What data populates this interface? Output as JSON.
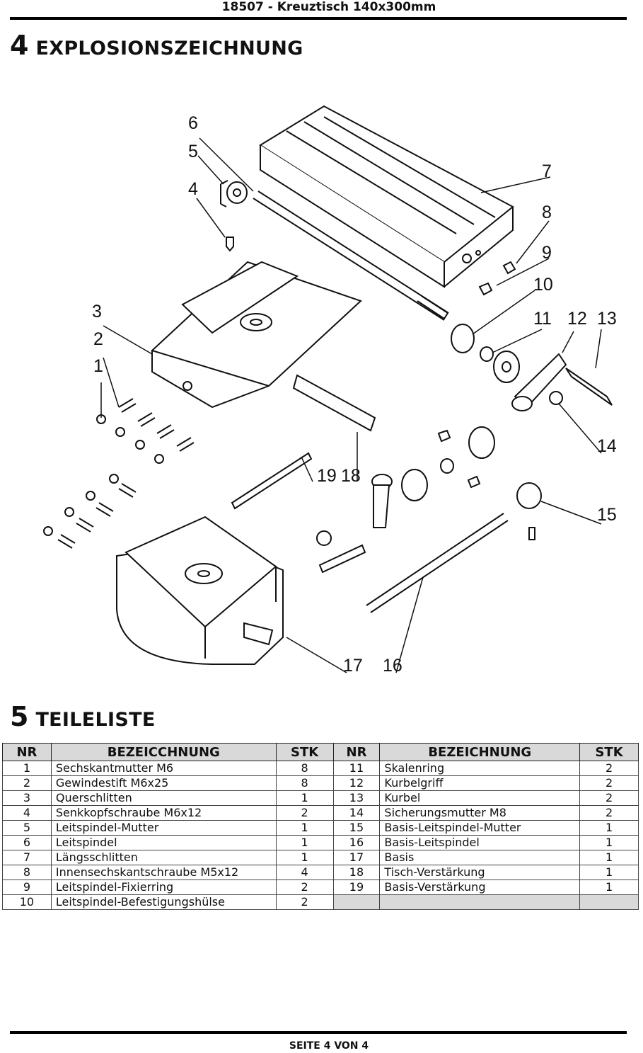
{
  "header": {
    "title": "18507 - Kreuztisch 140x300mm"
  },
  "section_drawing": {
    "number": "4",
    "title": "EXPLOSIONSZEICHNUNG"
  },
  "drawing": {
    "labels": [
      "1",
      "2",
      "3",
      "4",
      "5",
      "6",
      "7",
      "8",
      "9",
      "10",
      "11",
      "12",
      "13",
      "14",
      "15",
      "16",
      "17",
      "18",
      "19"
    ]
  },
  "section_parts": {
    "number": "5",
    "title": "TEILELISTE"
  },
  "parts_table": {
    "headers": [
      "NR",
      "BEZEICCHNUNG",
      "STK",
      "NR",
      "BEZEICHNUNG",
      "STK"
    ],
    "rows": [
      [
        "1",
        "Sechskantmutter M6",
        "8",
        "11",
        "Skalenring",
        "2"
      ],
      [
        "2",
        "Gewindestift M6x25",
        "8",
        "12",
        "Kurbelgriff",
        "2"
      ],
      [
        "3",
        "Querschlitten",
        "1",
        "13",
        "Kurbel",
        "2"
      ],
      [
        "4",
        "Senkkopfschraube M6x12",
        "2",
        "14",
        "Sicherungsmutter M8",
        "2"
      ],
      [
        "5",
        "Leitspindel-Mutter",
        "1",
        "15",
        "Basis-Leitspindel-Mutter",
        "1"
      ],
      [
        "6",
        "Leitspindel",
        "1",
        "16",
        "Basis-Leitspindel",
        "1"
      ],
      [
        "7",
        "Längsschlitten",
        "1",
        "17",
        "Basis",
        "1"
      ],
      [
        "8",
        "Innensechskantschraube M5x12",
        "4",
        "18",
        "Tisch-Verstärkung",
        "1"
      ],
      [
        "9",
        "Leitspindel-Fixierring",
        "2",
        "19",
        "Basis-Verstärkung",
        "1"
      ],
      [
        "10",
        "Leitspindel-Befestigungshülse",
        "2",
        "",
        "",
        ""
      ]
    ]
  },
  "footer": {
    "page": "SEITE 4 VON 4"
  }
}
